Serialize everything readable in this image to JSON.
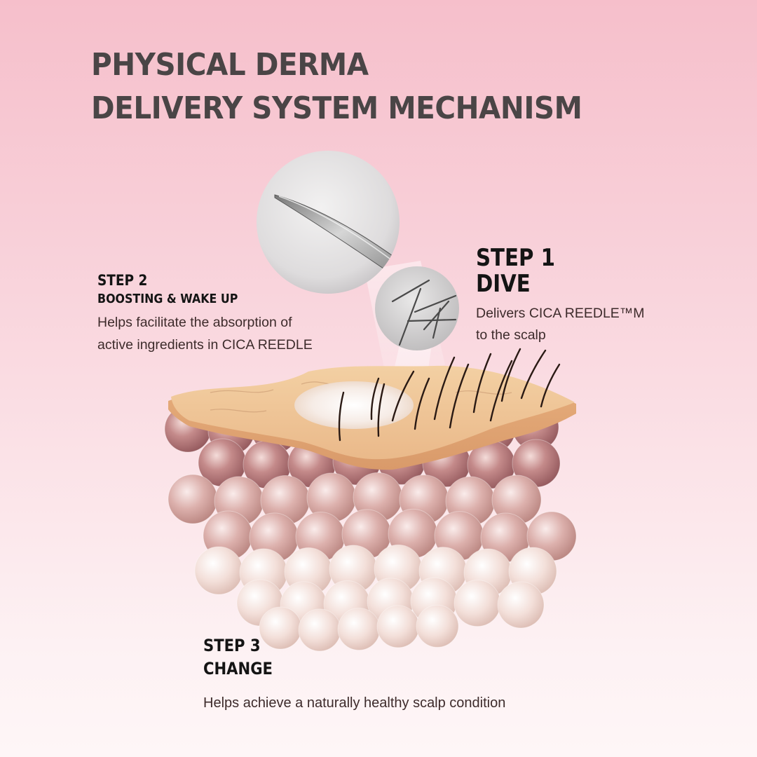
{
  "title": {
    "line1": "PHYSICAL DERMA",
    "line2": "DELIVERY SYSTEM MECHANISM"
  },
  "steps": {
    "step1": {
      "number": "STEP 1",
      "name": "DIVE",
      "body_line1": "Delivers CICA REEDLE™M",
      "body_line2": "to the scalp"
    },
    "step2": {
      "number": "STEP 2",
      "name": "BOOSTING & WAKE UP",
      "body_line1": "Helps facilitate the absorption of",
      "body_line2": "active ingredients in CICA REEDLE"
    },
    "step3": {
      "number": "STEP 3",
      "name": "CHANGE",
      "body": "Helps achieve a naturally healthy scalp condition"
    }
  },
  "colors": {
    "background_top": "#f6bfcb",
    "background_bottom": "#fef6f7",
    "title": "#4a4546",
    "heading": "#141414",
    "body": "#3d2b2b",
    "skin_surface": "#f1c99a",
    "cell_dark": "#a86a6c",
    "cell_light": "#f2dcd6",
    "hair": "#2a1a14"
  },
  "icons": [
    "needle-magnified-icon",
    "microneedles-magnified-icon",
    "skin-cross-section-illustration"
  ]
}
